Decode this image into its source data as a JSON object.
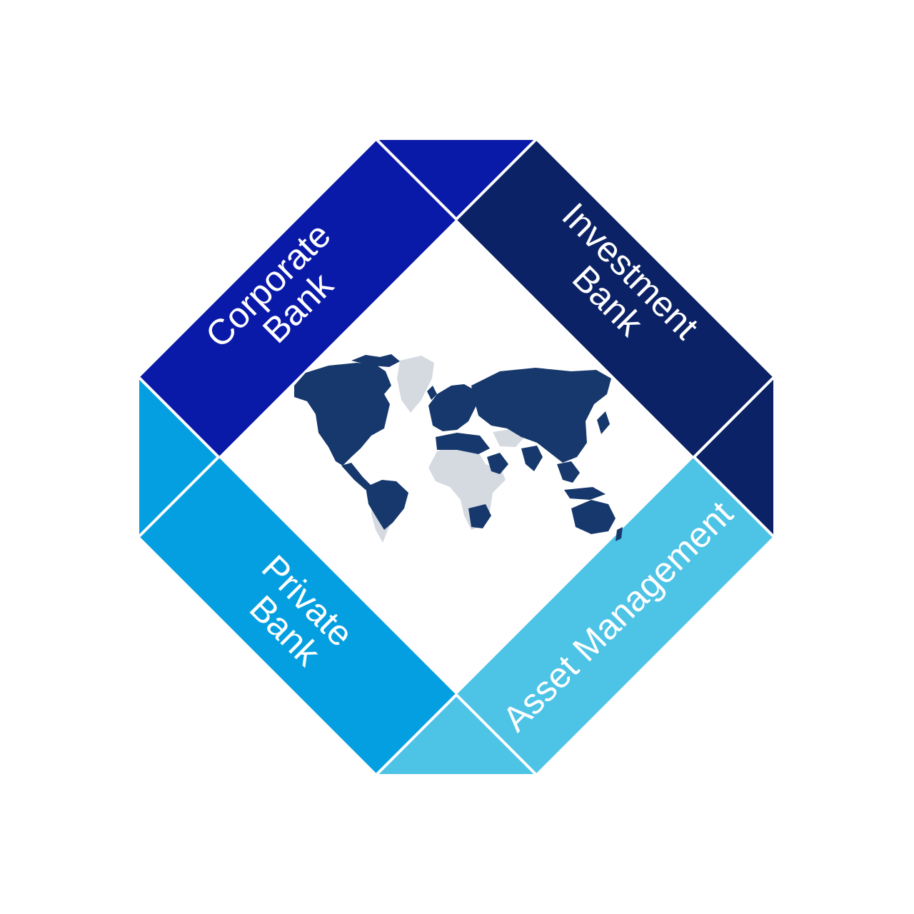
{
  "diagram": {
    "segments": [
      {
        "id": "corporate",
        "lines": [
          "Corporate",
          "Bank"
        ],
        "color": "#0a1aa8"
      },
      {
        "id": "investment",
        "lines": [
          "Investment",
          "Bank"
        ],
        "color": "#0b2266"
      },
      {
        "id": "private",
        "lines": [
          "Private",
          "Bank"
        ],
        "color": "#049fe0"
      },
      {
        "id": "asset",
        "lines": [
          "Asset Management"
        ],
        "color": "#4dc3e6"
      }
    ],
    "center": {
      "map": "world-map",
      "map_dark_color": "#17386c",
      "map_light_color": "#d5dae1"
    }
  }
}
